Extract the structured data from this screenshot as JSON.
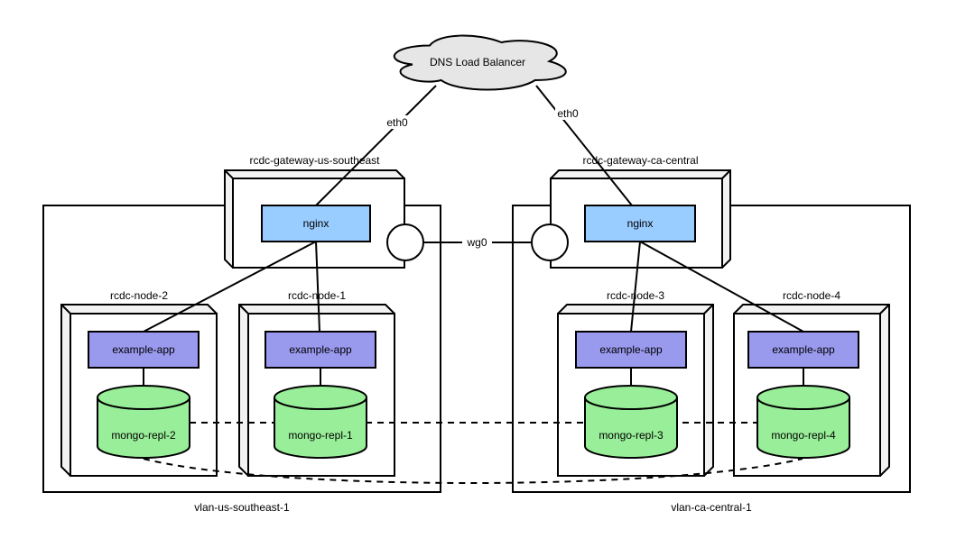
{
  "cloud": {
    "label": "DNS Load Balancer"
  },
  "interfaces": {
    "eth0_left": "eth0",
    "eth0_right": "eth0",
    "wg0": "wg0"
  },
  "gateways": [
    {
      "name": "rcdc-gateway-us-southeast",
      "service": "nginx"
    },
    {
      "name": "rcdc-gateway-ca-central",
      "service": "nginx"
    }
  ],
  "vlans": [
    {
      "name": "vlan-us-southeast-1"
    },
    {
      "name": "vlan-ca-central-1"
    }
  ],
  "nodes": [
    {
      "name": "rcdc-node-2",
      "app": "example-app",
      "db": "mongo-repl-2"
    },
    {
      "name": "rcdc-node-1",
      "app": "example-app",
      "db": "mongo-repl-1"
    },
    {
      "name": "rcdc-node-3",
      "app": "example-app",
      "db": "mongo-repl-3"
    },
    {
      "name": "rcdc-node-4",
      "app": "example-app",
      "db": "mongo-repl-4"
    }
  ],
  "colors": {
    "nginx": "#99ccff",
    "app": "#9999ee",
    "db": "#99ee99",
    "cloud": "#e6e6e6",
    "bevel": "#f2f2f2",
    "stroke": "#000000"
  }
}
